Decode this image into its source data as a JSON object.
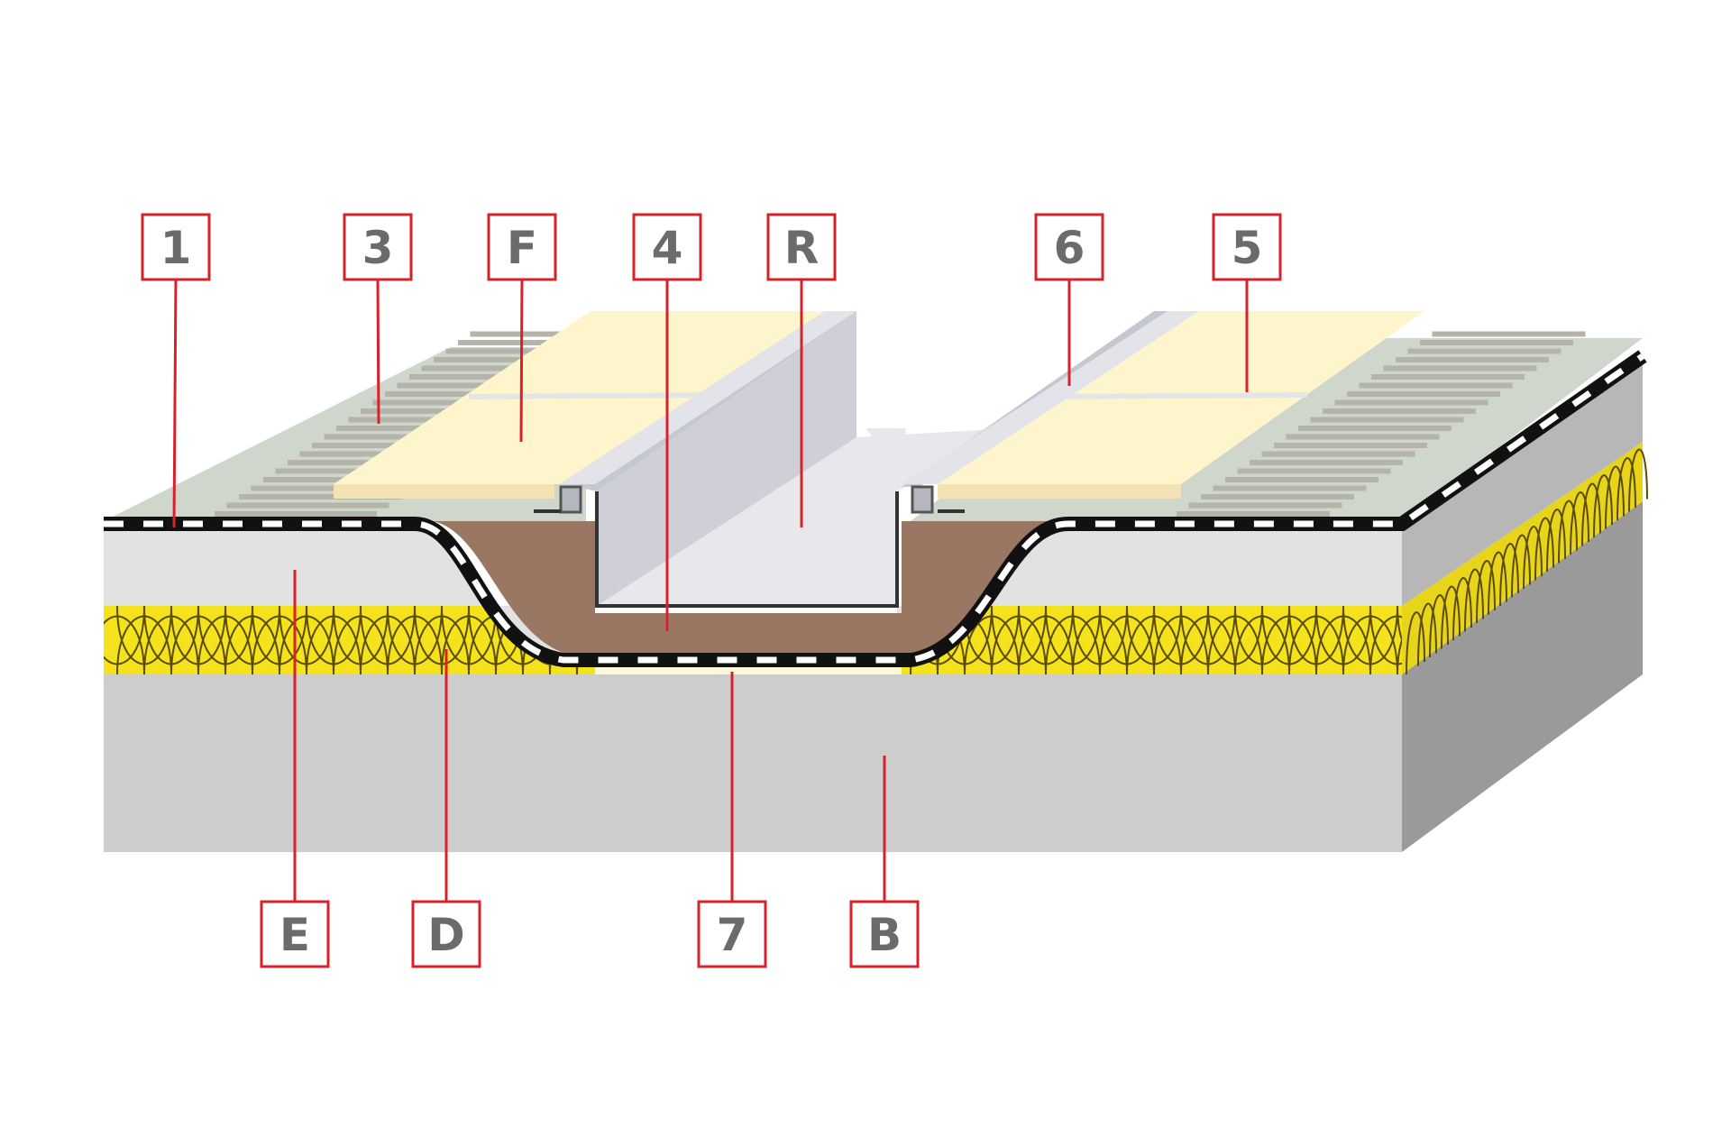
{
  "colors": {
    "callout_border": "#d8222a",
    "callout_text": "#6b6b6b",
    "leader_line": "#d8222a",
    "deck_front": "#cdcdcd",
    "deck_side": "#9a9a9a",
    "insulation": "#f4e21c",
    "insulation_side": "#e8d41a",
    "insulation_line": "#5a4d00",
    "upper_layer": "#e2e2e2",
    "upper_layer_side": "#b7b7b7",
    "membrane": "#111111",
    "membrane_dash": "#ffffff",
    "top_surface": "#cfd6cc",
    "decking_slats": "#b4b4aa",
    "tiles": "#fff5cc",
    "mortar_bed": "#997763",
    "channel_face": "#cfd0d7",
    "channel_floor": "#e8e8ec",
    "slip_layer": "#fff8d8"
  },
  "callouts": [
    {
      "id": "c1",
      "label": "1"
    },
    {
      "id": "c3",
      "label": "3"
    },
    {
      "id": "cF",
      "label": "F"
    },
    {
      "id": "c4",
      "label": "4"
    },
    {
      "id": "cR",
      "label": "R"
    },
    {
      "id": "c6",
      "label": "6"
    },
    {
      "id": "c5",
      "label": "5"
    },
    {
      "id": "cE",
      "label": "E"
    },
    {
      "id": "cD",
      "label": "D"
    },
    {
      "id": "c7",
      "label": "7"
    },
    {
      "id": "cB",
      "label": "B"
    }
  ]
}
